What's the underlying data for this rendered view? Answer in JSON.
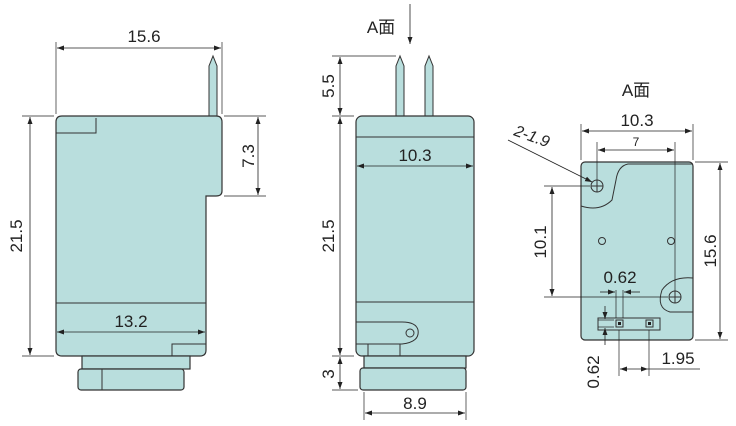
{
  "views": {
    "side": {
      "dim_width_top": "15.6",
      "dim_height": "21.5",
      "dim_pin_height": "7.3",
      "dim_width_bottom": "13.2"
    },
    "front": {
      "view_label": "A面",
      "dim_pin_length": "5.5",
      "dim_width": "10.3",
      "dim_height": "21.5",
      "dim_base_height": "3",
      "dim_base_width": "8.9"
    },
    "top": {
      "view_label": "A面",
      "dim_width": "10.3",
      "dim_hole_spacing": "7",
      "dim_holes": "2-1.9",
      "dim_hole_vertical": "10.1",
      "dim_height": "15.6",
      "dim_contact_width": "0.62",
      "dim_contact_height": "0.62",
      "dim_contact_offset": "1.95"
    }
  }
}
